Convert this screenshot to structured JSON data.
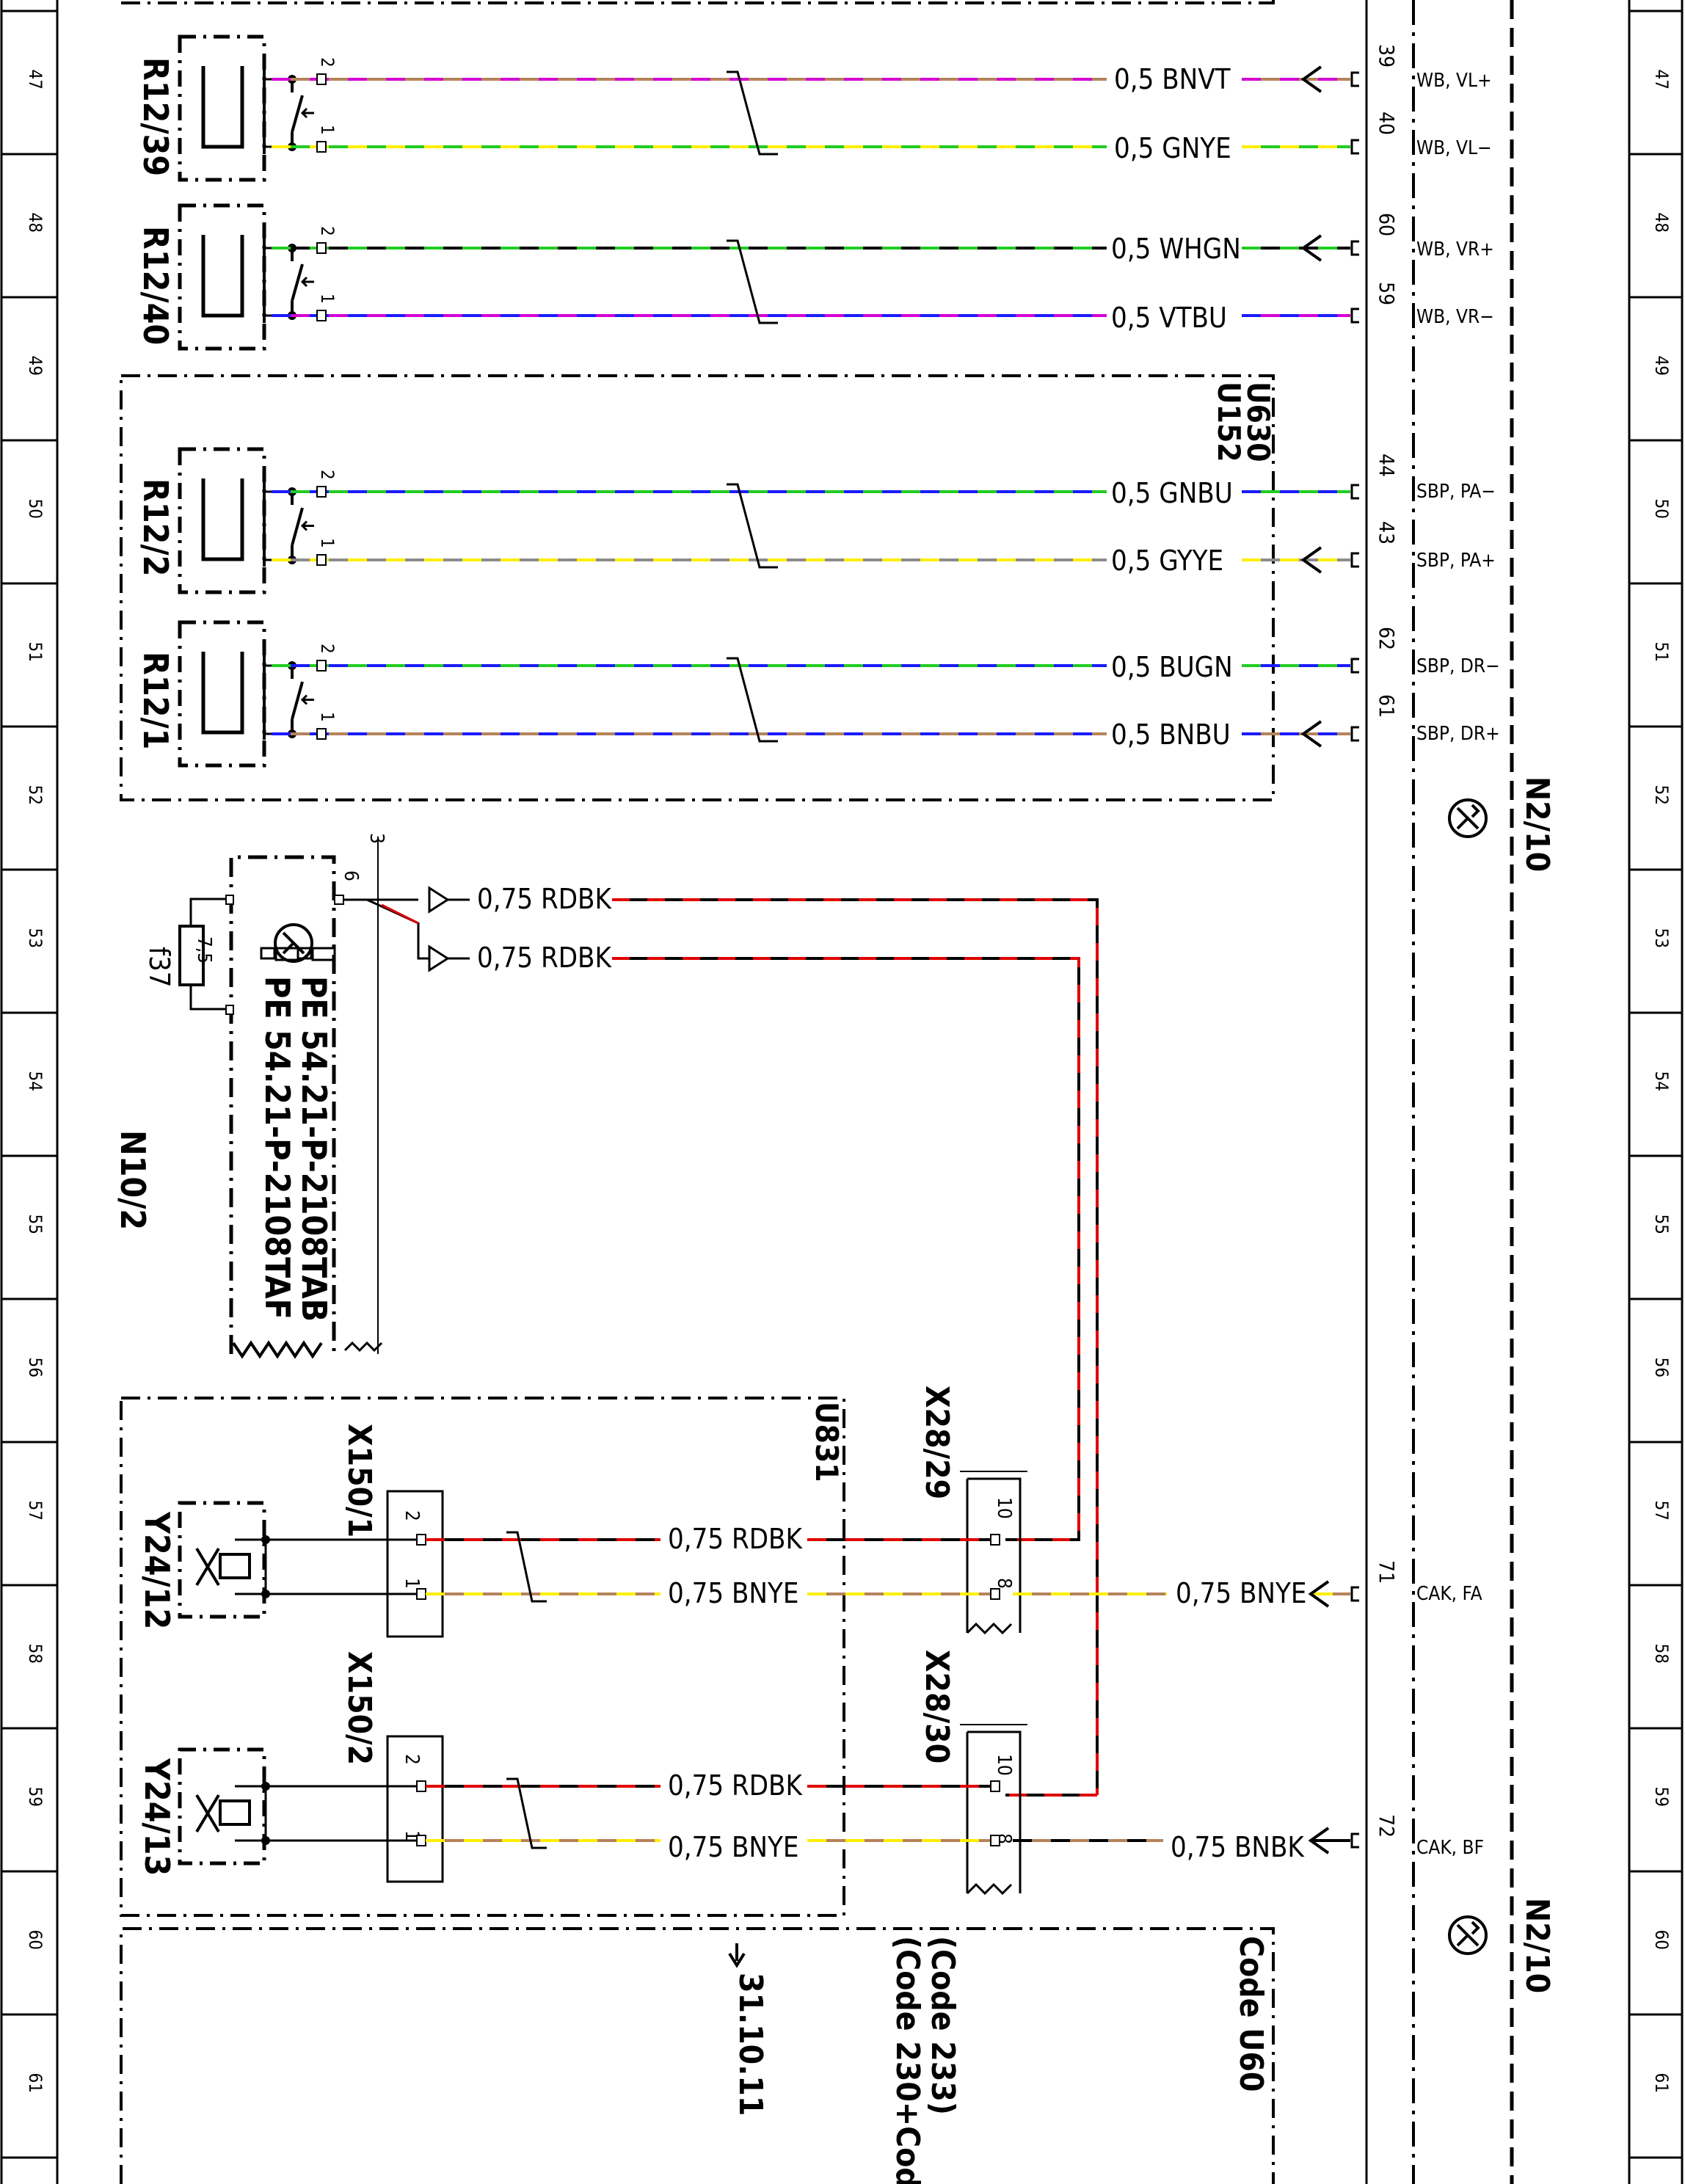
{
  "grid": {
    "rows": [
      "47",
      "48",
      "49",
      "50",
      "51",
      "52",
      "53",
      "54",
      "55",
      "56",
      "57",
      "58",
      "59",
      "60",
      "61"
    ]
  },
  "components": {
    "r12_39": "R12/39",
    "r12_40": "R12/40",
    "r12_2": "R12/2",
    "r12_1": "R12/1",
    "n10_2": "N10/2",
    "y24_12": "Y24/12",
    "y24_13": "Y24/13",
    "x150_1": "X150/1",
    "x150_2": "X150/2",
    "x28_29": "X28/29",
    "x28_30": "X28/30",
    "n2_10_top": "N2/10",
    "n2_10_bottom": "N2/10",
    "f37": "f37",
    "fuse_value": "7,5"
  },
  "groups": {
    "u630": "U630",
    "u152": "U152",
    "u831": "U831",
    "code_u60": "Code U60",
    "code_233": "(Code 233)",
    "code_230": "(Code 230+Cod",
    "ref_31_10_11": "31.10.11"
  },
  "notes": {
    "pe1": "PE 54.21-P-2108TAB",
    "pe2": "PE 54.21-P-2108TAF"
  },
  "wires": [
    {
      "label": "0,5 BNVT",
      "pin": "39",
      "target": "WB, VL+"
    },
    {
      "label": "0,5 GNYE",
      "pin": "40",
      "target": "WB, VL−"
    },
    {
      "label": "0,5 WHGN",
      "pin": "60",
      "target": "WB, VR+"
    },
    {
      "label": "0,5 VTBU",
      "pin": "59",
      "target": "WB, VR−"
    },
    {
      "label": "0,5 GNBU",
      "pin": "44",
      "target": "SBP, PA−"
    },
    {
      "label": "0,5 GYYE",
      "pin": "43",
      "target": "SBP, PA+"
    },
    {
      "label": "0,5 BUGN",
      "pin": "62",
      "target": "SBP, DR−"
    },
    {
      "label": "0,5 BNBU",
      "pin": "61",
      "target": "SBP, DR+"
    }
  ],
  "power": {
    "wire1": "0,75 RDBK",
    "wire2": "0,75 RDBK",
    "pin": "6",
    "ref": "3"
  },
  "valves": {
    "w1": "0,75 RDBK",
    "w2": "0,75 BNYE",
    "w3": "0,75 BNYE",
    "w4": "0,75 RDBK",
    "w5": "0,75 BNYE",
    "w6": "0,75 BNBK",
    "pin71": "71",
    "pin72": "72",
    "target71": "CAK, FA",
    "target72": "CAK, BF",
    "pin10": "10",
    "pin8": "8",
    "pin2": "2",
    "pin1": "1",
    "pin1b": "1"
  },
  "colors": {
    "brown": "#b5835a",
    "violet": "#d400d4",
    "green": "#22cc22",
    "yellow": "#ffee00",
    "white": "#ffffff",
    "blue": "#1a1aff",
    "gray": "#8c8c8c",
    "red": "#e00000",
    "black": "#000000"
  }
}
